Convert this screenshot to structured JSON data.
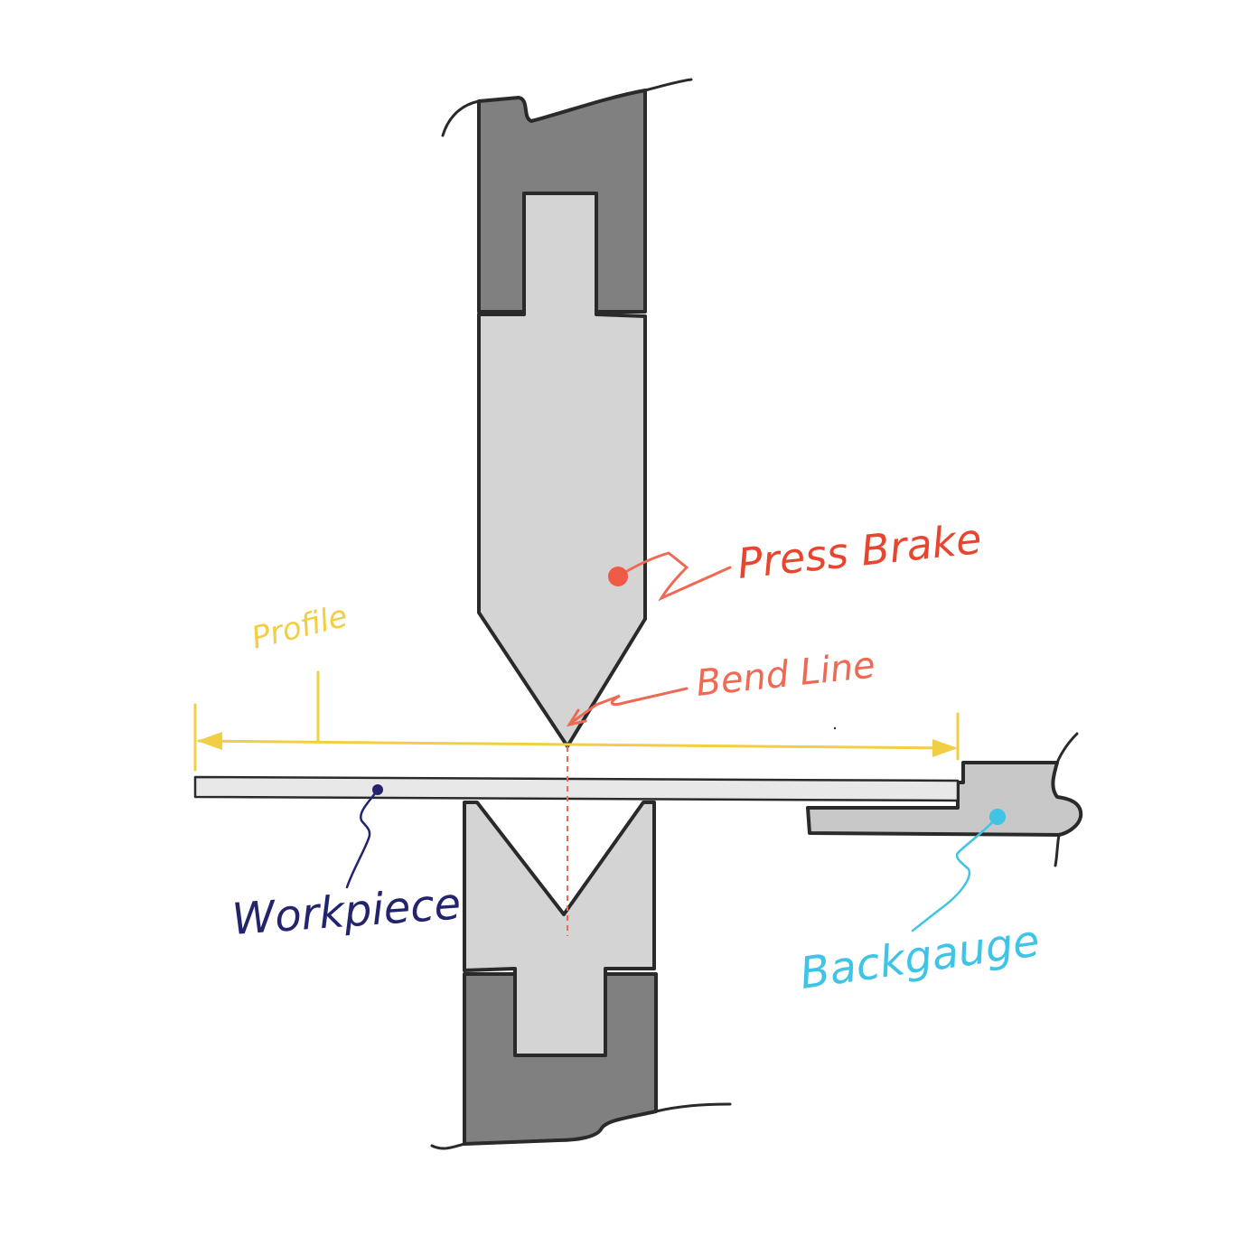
{
  "labels": {
    "press_brake": "Press Brake",
    "bend_line": "Bend Line",
    "profile": "Profile",
    "workpiece": "Workpiece",
    "backgauge": "Backgauge"
  },
  "colors": {
    "press_brake": "#e8452f",
    "bend_line": "#ee6a55",
    "profile": "#f2ce45",
    "workpiece": "#24246e",
    "backgauge": "#3fc4e6",
    "holder_dark": "#808080",
    "tool_light": "#d4d4d4",
    "workpiece_fill": "#e8e8e8",
    "outline": "#2a2a2a"
  }
}
